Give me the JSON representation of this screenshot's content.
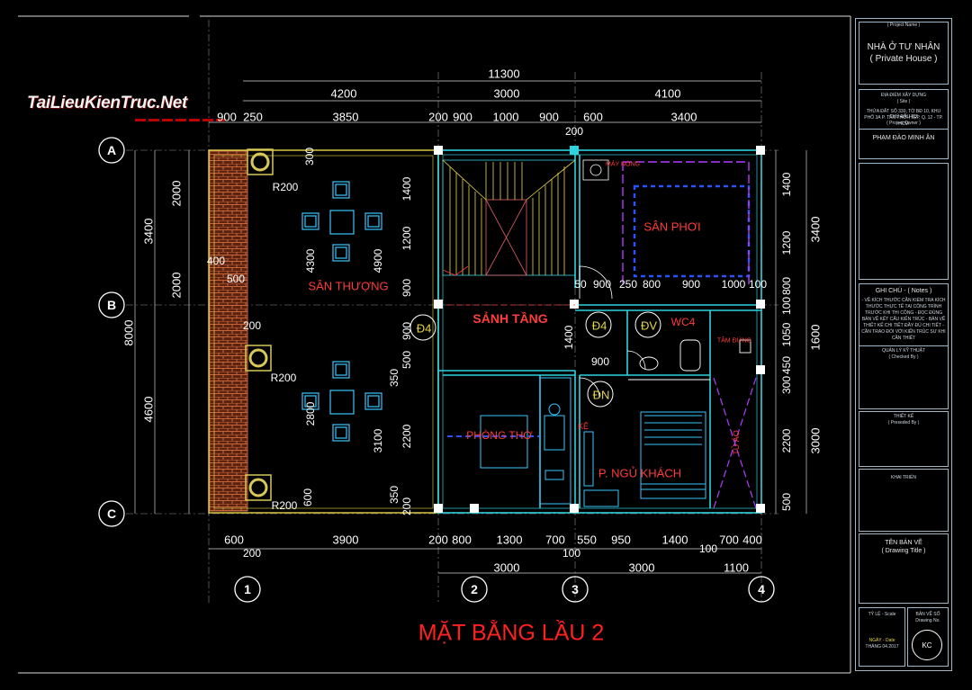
{
  "watermark": "TaiLieuKienTruc.Net",
  "drawing_title": "MẶT BẰNG LẦU 2",
  "grid": {
    "rows": [
      "A",
      "B",
      "C"
    ],
    "cols": [
      "1",
      "2",
      "3",
      "4"
    ]
  },
  "dims_top": {
    "total": "11300",
    "level2": [
      "4200",
      "3000",
      "4100"
    ],
    "level3": [
      "900",
      "250",
      "3850",
      "200",
      "900",
      "1000",
      "900",
      "600",
      "3400"
    ],
    "extra": "200"
  },
  "dims_bottom": {
    "level1": [
      "600",
      "3900",
      "200",
      "800",
      "1300",
      "700",
      "550",
      "950",
      "1400",
      "700",
      "400"
    ],
    "sub": [
      "200",
      "100",
      "100"
    ],
    "level2": [
      "3000",
      "3000",
      "1100"
    ]
  },
  "dims_left": {
    "total": "8000",
    "parts": [
      "3400",
      "4600"
    ],
    "inner": [
      "2000",
      "2000"
    ]
  },
  "dims_right": {
    "total": [
      "3400",
      "1600",
      "3000"
    ],
    "inner": [
      "1400",
      "1200",
      "800",
      "100",
      "1050",
      "450",
      "300",
      "2200",
      "500"
    ]
  },
  "interior_dims": [
    "300",
    "400",
    "500",
    "200",
    "4300",
    "4900",
    "2800",
    "3100",
    "600",
    "1400",
    "1200",
    "900",
    "900",
    "500",
    "350",
    "2200",
    "350",
    "200",
    "1400",
    "900",
    "50",
    "900",
    "250",
    "800",
    "900",
    "1000",
    "100"
  ],
  "rooms": {
    "terrace": "SÂN THƯỢNG",
    "hall": "SẢNH TẦNG",
    "altar": "PHÒNG THỜ",
    "drying": "SÂN PHƠI",
    "guest": "P. NGỦ KHÁCH",
    "wc": "WC4",
    "bath": "TẮM ĐỨNG",
    "heater": "MÁY NÓNG",
    "shelf": "KỆ",
    "wardrobe": "TỦ ÁO"
  },
  "col_labels": [
    "R200",
    "R200",
    "R200"
  ],
  "lights": [
    "Đ4",
    "Đ4",
    "ĐV",
    "ĐN"
  ],
  "title_block": {
    "project_name_label": "( Project Name )",
    "project_name": "NHÀ Ở TƯ NHÂN",
    "project_name_en": "( Private House )",
    "site_label": "ĐỊA ĐIỂM XÂY DỰNG",
    "site_en": "( Site )",
    "site_text": "THỬA ĐẤT SỐ 330, TỜ BĐ 10, KHU PHỐ 3A P. TÂN THỚI HIỆP, Q. 12 - TP. HCM",
    "owner_label": "CHỦ ĐẦU TƯ",
    "owner_en": "( Project Owner )",
    "owner_name": "PHẠM ĐÀO MINH ÂN",
    "notes_label": "GHI CHÚ - ( Notes )",
    "notes_text": "- VỀ KÍCH THƯỚC CẦN KIỂM TRA KÍCH THƯỚC THỰC TẾ TẠI CÔNG TRÌNH TRƯỚC KHI THI CÔNG - ĐỌC ĐÚNG BẢN VẼ KẾT CẤU KIẾN TRÚC - BẢN VẼ THIẾT KẾ CHI TIẾT ĐẦY ĐỦ CHI TIẾT - CẦN TRAO ĐỔI VỚI KIẾN TRÚC SƯ KHI CẦN THIẾT",
    "checked_label": "QUẢN LÝ KỸ THUẬT",
    "checked_en": "( Checked By )",
    "drawn_label": "THIẾT KẾ",
    "drawn_en": "( Preseded By )",
    "dev_label": "KHAI TRIỂN",
    "dwg_title_label": "TÊN BẢN VẼ",
    "dwg_title_en": "( Drawing Title )",
    "scale_label": "TỶ LỆ - Scale",
    "date_label": "NGÀY - Date",
    "date_value": "THÁNG 04.2017",
    "dwgno_label": "BẢN VẼ SỐ",
    "dwgno_en": "Drawing No.",
    "dwgno_value": "KC"
  },
  "colors": {
    "wall": "#2fd3e0",
    "dim": "#ffffff",
    "room_text": "#ff3b3b",
    "stair": "#e8d64a",
    "furniture": "#38c6ff",
    "terrace_tile": "#b5512f",
    "drying_line": "#b33bff",
    "bluedash": "#2a52ff",
    "column": "#d8c75a",
    "title": "#ff2020"
  }
}
